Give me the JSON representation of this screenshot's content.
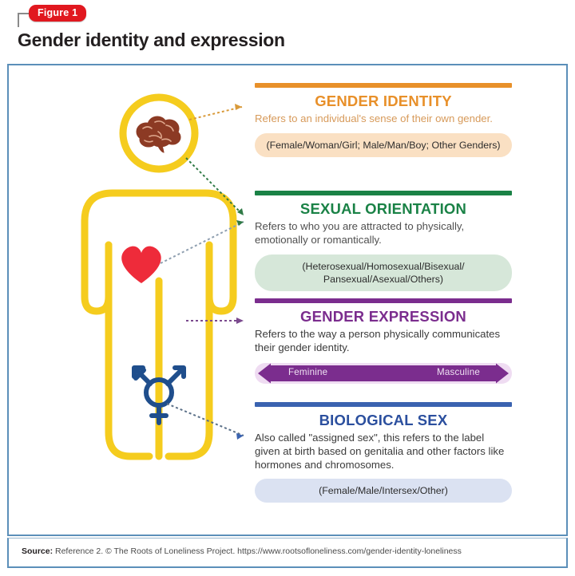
{
  "header": {
    "figure_badge": "Figure 1",
    "title": "Gender identity and expression"
  },
  "figure": {
    "body_color": "#f5cc1e",
    "brain_icon": "brain-icon",
    "heart_icon": "heart-icon",
    "transgender_icon": "transgender-symbol-icon",
    "brain_color": "#8c3a24",
    "heart_color": "#ee2b3a",
    "transgender_color": "#1f4e8c"
  },
  "sections": [
    {
      "id": "gender-identity",
      "title": "GENDER IDENTITY",
      "description": "Refers to an individual's sense of their own gender.",
      "pill": "(Female/Woman/Girl; Male/Man/Boy; Other Genders)",
      "accent": "#e8902a",
      "pill_bg": "#fae0c3"
    },
    {
      "id": "sexual-orientation",
      "title": "SEXUAL ORIENTATION",
      "description": "Refers to who you are attracted to physically, emotionally or romantically.",
      "pill": "(Heterosexual/Homosexual/Bisexual/ Pansexual/Asexual/Others)",
      "accent": "#1a8246",
      "pill_bg": "#d6e7d9"
    },
    {
      "id": "gender-expression",
      "title": "GENDER EXPRESSION",
      "description": "Refers to the way a person physically communicates their gender identity.",
      "spectrum": {
        "left_label": "Feminine",
        "right_label": "Masculine",
        "bar_color": "#7b2d8e",
        "track_color": "#efdcf2"
      },
      "accent": "#7b2d8e"
    },
    {
      "id": "biological-sex",
      "title": "BIOLOGICAL SEX",
      "description": "Also called \"assigned sex\", this refers to the label given at birth based on genitalia and other factors like hormones and chromosomes.",
      "pill": "(Female/Male/Intersex/Other)",
      "accent": "#2b4f9e",
      "pill_bg": "#dbe2f2"
    }
  ],
  "source": {
    "label": "Source:",
    "text": " Reference 2. © The Roots of Loneliness Project. https://www.rootsofloneliness.com/gender-identity-loneliness"
  }
}
